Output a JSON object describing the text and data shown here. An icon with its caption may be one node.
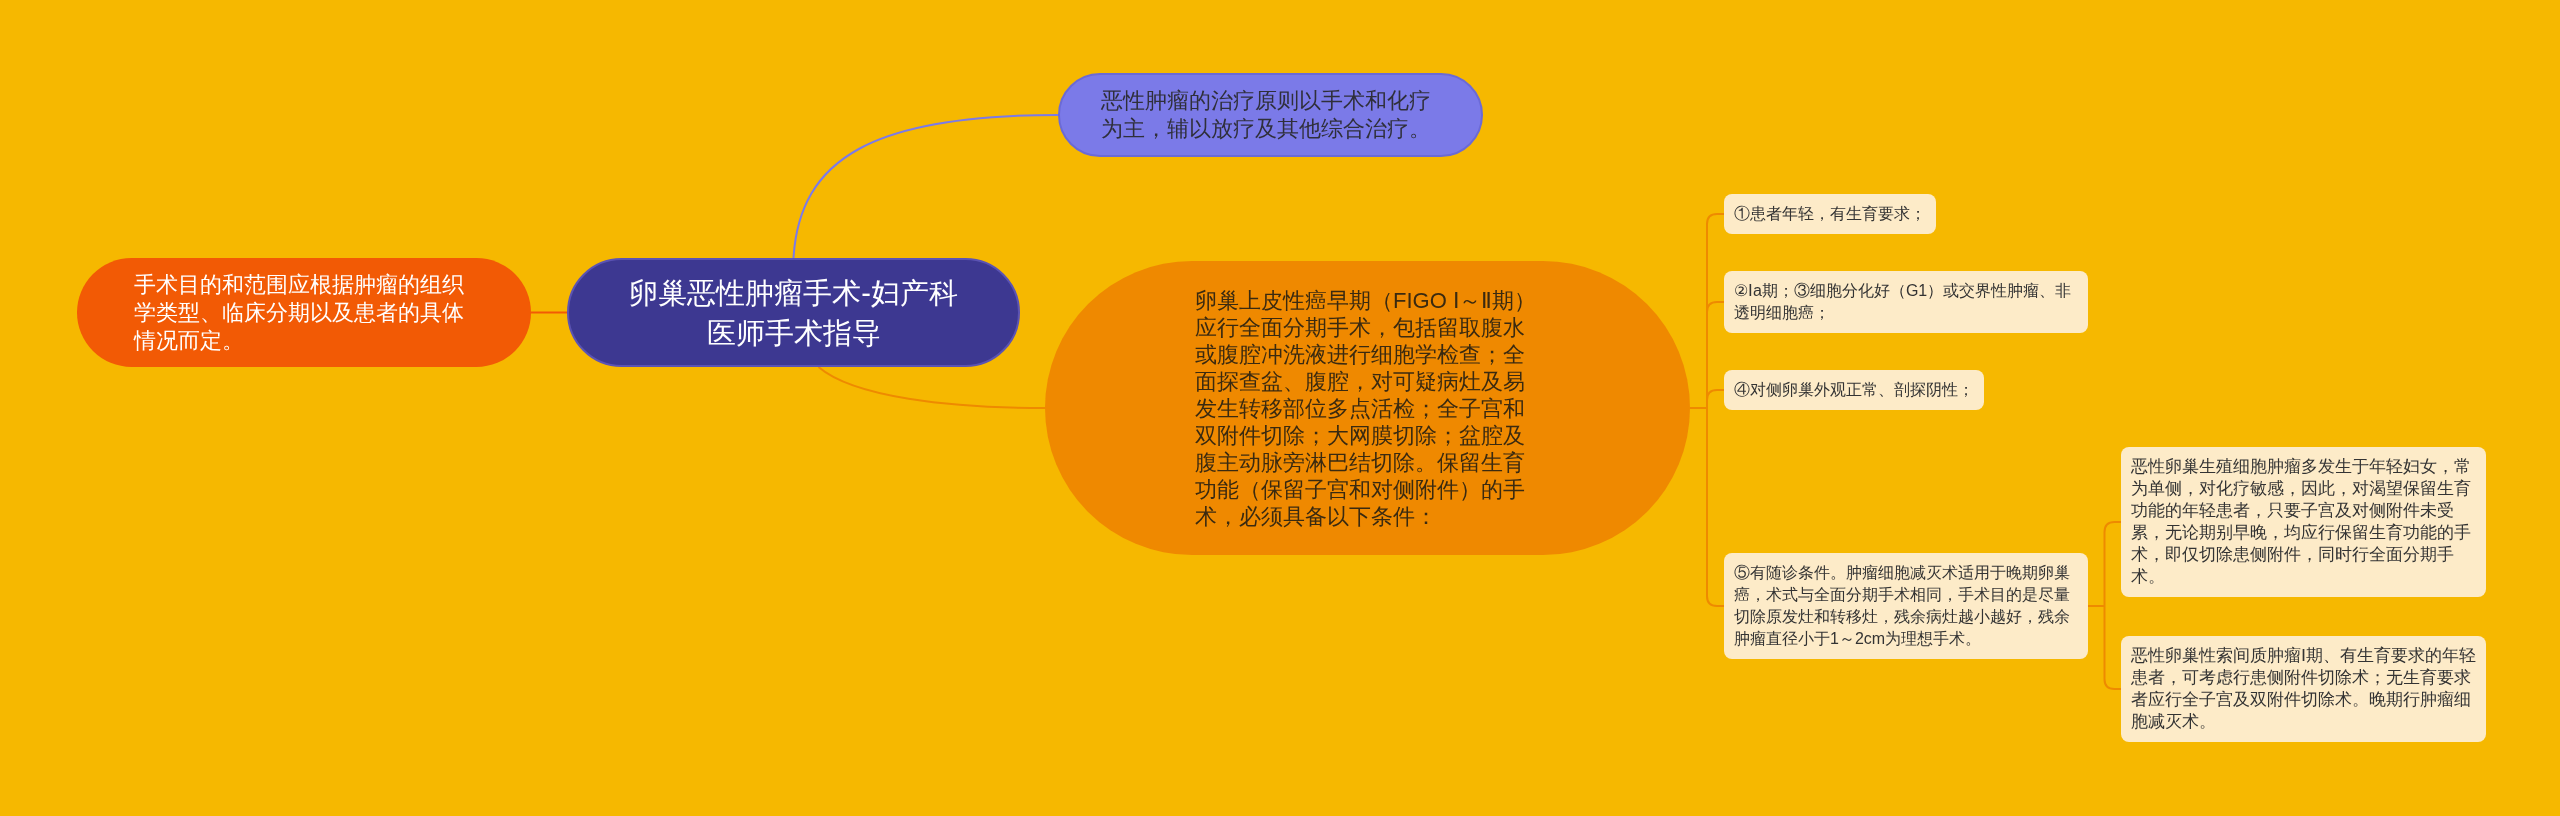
{
  "diagram": {
    "nodes": [
      {
        "text": [
          "卵巢恶性肿瘤手术-妇产科医师手术指导"
        ]
      },
      {
        "text": [
          "手术目的和范围应根据肿瘤的组织学类型、临床分期以及患者的具体情况而定。"
        ]
      },
      {
        "text": [
          "恶性肿瘤的治疗原则以手术和化疗为主，辅以放疗及其他综合治疗。"
        ]
      },
      {
        "text": [
          "卵巢上皮性癌早期（FIGO Ⅰ～Ⅱ期）应行全面分期手术，包括留取腹水或腹腔冲洗液进行细胞学检查；全面探查盆、腹腔，对可疑病灶及易发生转移部位多点活检；全子宫和双附件切除；大网膜切除；盆腔及腹主动脉旁淋巴结切除。保留生育功能（保留子宫和对侧附件）的手术，必须具备以下条件："
        ]
      },
      {
        "text": [
          "①患者年轻，有生育要求；"
        ]
      },
      {
        "text": [
          "②Ⅰa期；③细胞分化好（G1）或交界性肿瘤、非透明细胞癌；"
        ]
      },
      {
        "text": [
          "④对侧卵巢外观正常、剖探阴性；"
        ]
      },
      {
        "text": [
          "⑤有随诊条件。肿瘤细胞减灭术适用于晚期卵巢癌，术式与全面分期手术相同，手术目的是尽量切除原发灶和转移灶，残余病灶越小越好，残余肿瘤直径小于1～2cm为理想手术。"
        ]
      },
      {
        "text": [
          "恶性卵巢生殖细胞肿瘤多发生于年轻妇女，常为单侧，对化疗敏感，因此，对渴望保留生育功能的年轻患者，只要子宫及对侧附件未受累，无论期别早晚，均应行保留生育功能的手术，即仅切除患侧附件，同时行全面分期手术。"
        ]
      },
      {
        "text": [
          "恶性卵巢性索间质肿瘤Ⅰ期、有生育要求的年轻患者，可考虑行患侧附件切除术；无生育要求者应行全子宫及双附件切除术。晚期行肿瘤细胞减灭术。"
        ]
      }
    ],
    "edges": [
      {
        "from": 0,
        "to": 1,
        "arrow": "none",
        "color": "#f25a05"
      },
      {
        "from": 0,
        "to": 2,
        "arrow": "none",
        "color": "#7b7ae8"
      },
      {
        "from": 0,
        "to": 3,
        "arrow": "none"
      },
      {
        "from": 3,
        "to": 4,
        "arrow": "none"
      },
      {
        "from": 3,
        "to": 5,
        "arrow": "none"
      },
      {
        "from": 3,
        "to": 6,
        "arrow": "none"
      },
      {
        "from": 3,
        "to": 7,
        "arrow": "none"
      },
      {
        "from": 7,
        "to": 8,
        "arrow": "none"
      },
      {
        "from": 7,
        "to": 9,
        "arrow": "none"
      }
    ]
  }
}
